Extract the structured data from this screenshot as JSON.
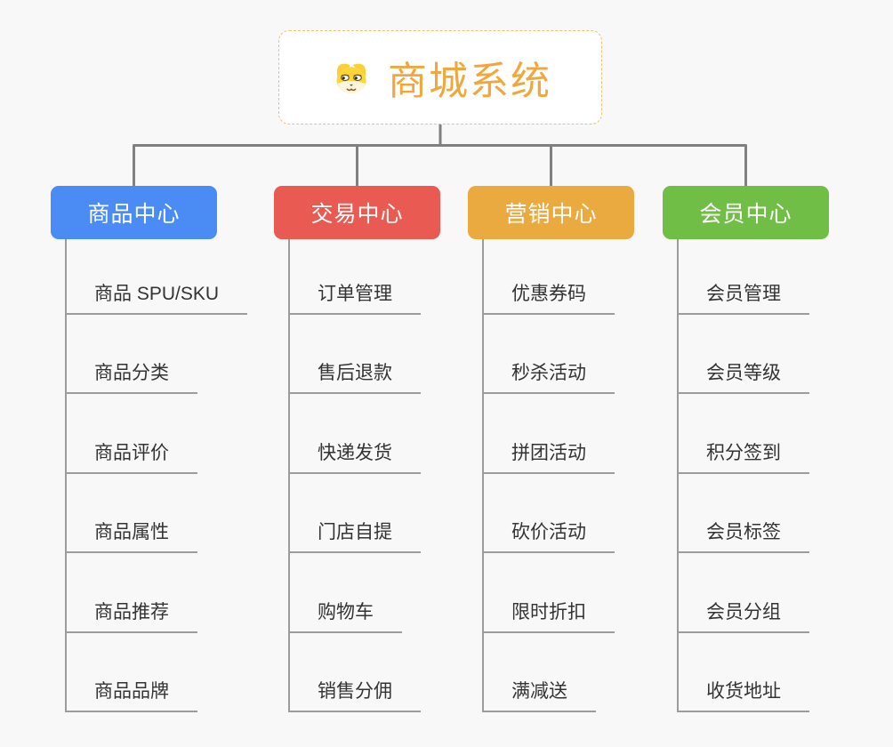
{
  "root": {
    "title": "商城系统",
    "icon": "dog-face-icon",
    "title_color": "#F0A73E",
    "border_color": "#F2BE72",
    "background": "#FFFFFF"
  },
  "branches": [
    {
      "label": "商品中心",
      "color": "#4A8CF4",
      "items": [
        "商品 SPU/SKU",
        "商品分类",
        "商品评价",
        "商品属性",
        "商品推荐",
        "商品品牌"
      ]
    },
    {
      "label": "交易中心",
      "color": "#E95A52",
      "items": [
        "订单管理",
        "售后退款",
        "快递发货",
        "门店自提",
        "购物车",
        "销售分佣"
      ]
    },
    {
      "label": "营销中心",
      "color": "#EAAA40",
      "items": [
        "优惠券码",
        "秒杀活动",
        "拼团活动",
        "砍价活动",
        "限时折扣",
        "满减送"
      ]
    },
    {
      "label": "会员中心",
      "color": "#70BE45",
      "items": [
        "会员管理",
        "会员等级",
        "积分签到",
        "会员标签",
        "会员分组",
        "收货地址"
      ]
    }
  ],
  "colors": {
    "background": "#F8F8F8",
    "connector_line": "#808080",
    "branch_line": "#9C9C9C",
    "item_text": "#333333"
  }
}
